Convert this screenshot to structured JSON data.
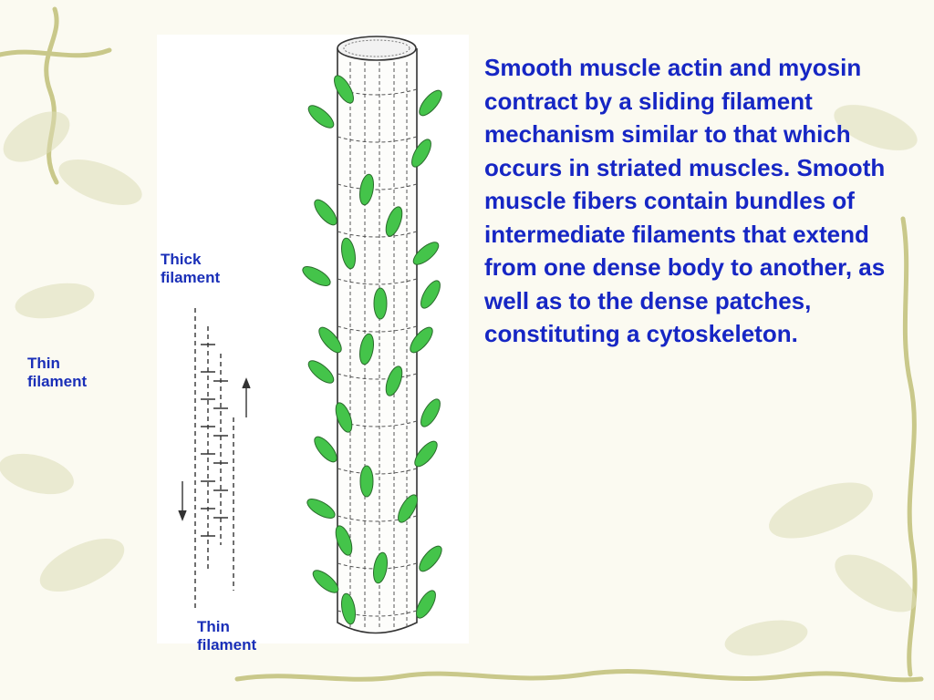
{
  "slide": {
    "body_text": "Smooth muscle actin and myosin contract by a sliding filament mechanism similar to that which occurs in striated muscles. Smooth muscle fibers contain bundles of intermediate filaments that extend from one dense body to another, as well as to the dense patches, constituting a cytoskeleton.",
    "labels": {
      "thick_filament": "Thick\nfilament",
      "thin_filament_left": "Thin\nfilament",
      "thin_filament_bottom": "Thin\nfilament"
    }
  },
  "colors": {
    "text": "#1626c4",
    "label": "#1a2fb8",
    "leaf_green": "#44c44a",
    "vine": "#c8c78a"
  }
}
